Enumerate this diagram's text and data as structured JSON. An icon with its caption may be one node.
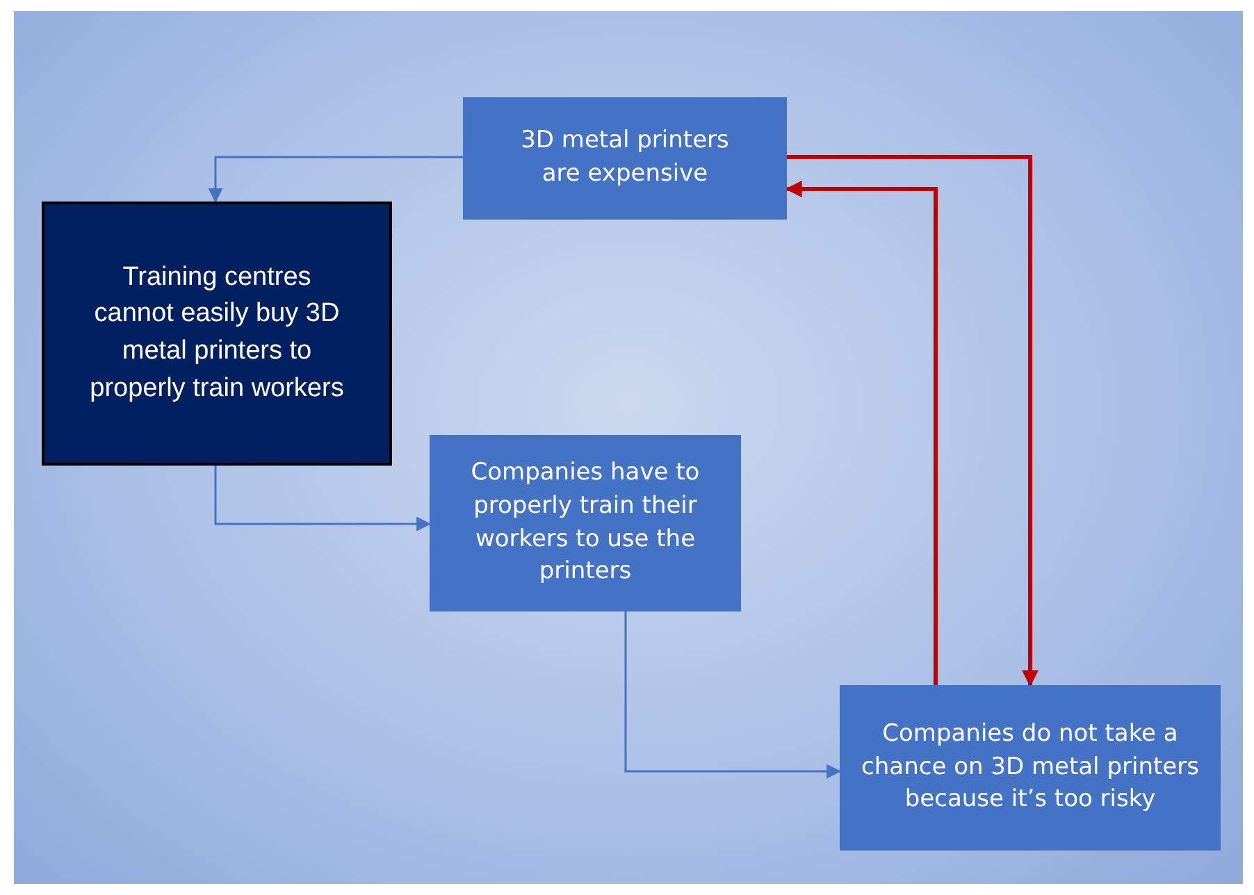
{
  "diagram": {
    "nodes": [
      {
        "text": [
          "3D metal printers are expensive"
        ]
      },
      {
        "text": [
          "Training centres cannot easily buy 3D metal printers to properly train workers"
        ]
      },
      {
        "text": [
          "Companies have to properly train their workers to use the printers"
        ]
      },
      {
        "text": [
          "Companies do not take a chance on 3D metal printers because it’s too risky"
        ]
      }
    ],
    "edges": [
      {
        "from": 0,
        "to": 1,
        "arrow": "to"
      },
      {
        "from": 1,
        "to": 2,
        "arrow": "to"
      },
      {
        "from": 2,
        "to": 3,
        "arrow": "to"
      },
      {
        "from": 0,
        "to": 3,
        "arrow": "to",
        "style": "thick",
        "color": "#c00000"
      },
      {
        "from": 3,
        "to": 0,
        "arrow": "to",
        "style": "thick",
        "color": "#c00000"
      }
    ]
  }
}
